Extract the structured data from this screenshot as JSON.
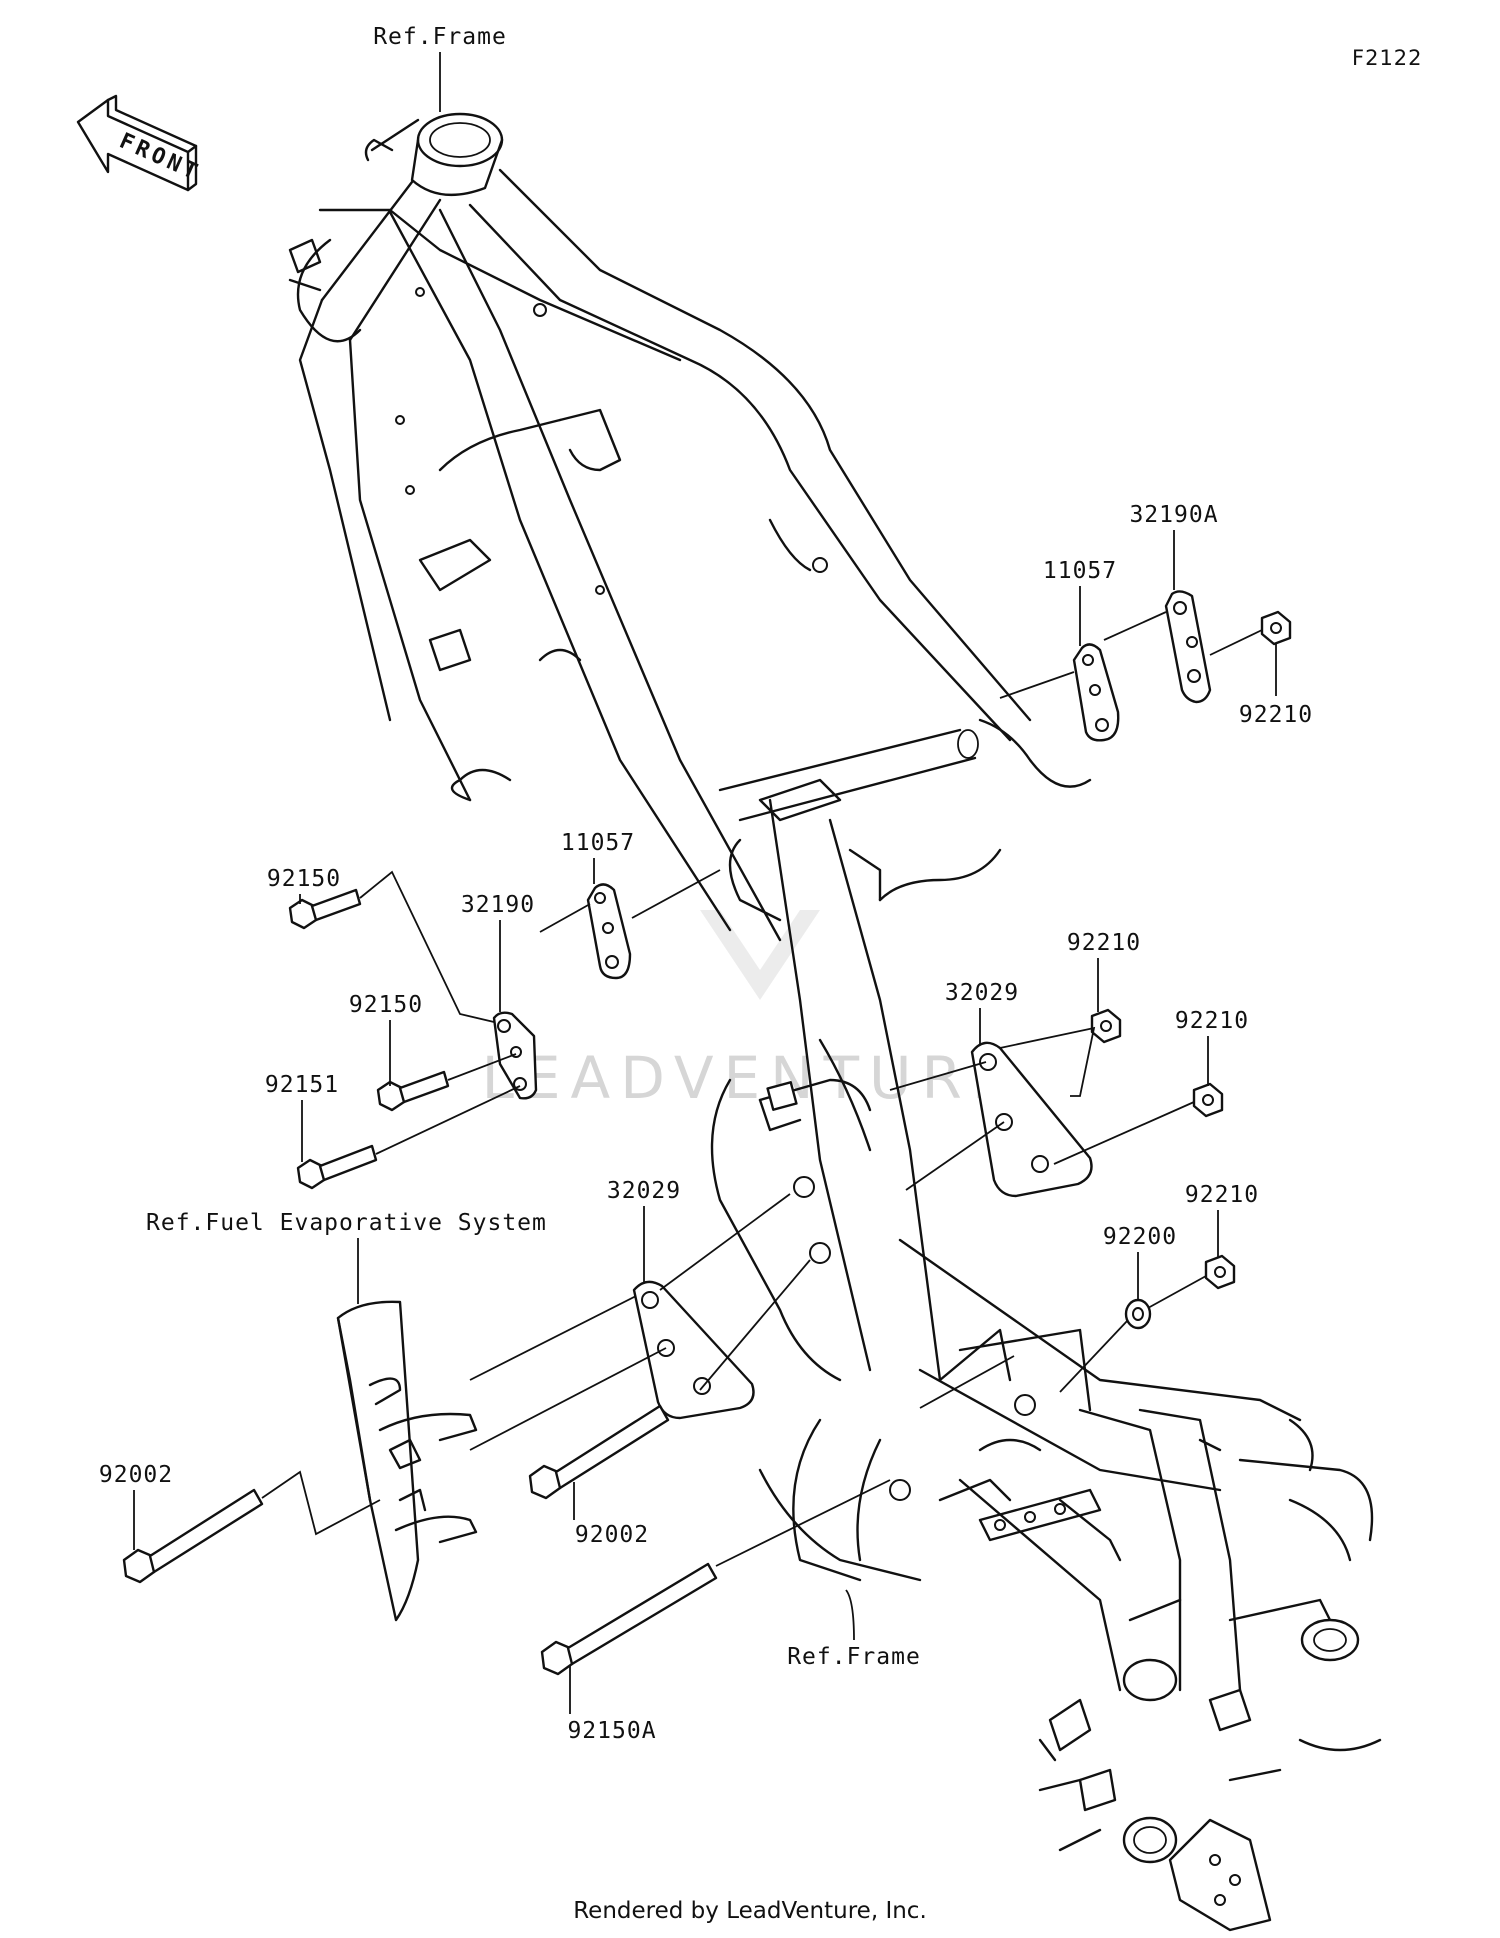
{
  "diagram_code": "F2122",
  "front_arrow_label": "FRONT",
  "watermark": "LEADVENTURE",
  "footer": "Rendered by LeadVenture, Inc.",
  "references": {
    "frame_top": "Ref.Frame",
    "frame_bottom": "Ref.Frame",
    "fuel_evaporative": "Ref.Fuel Evaporative System"
  },
  "parts": {
    "p32190A": "32190A",
    "p11057_upper": "11057",
    "p92210_upper": "92210",
    "p92150_a": "92150",
    "p92150_b": "92150",
    "p92151": "92151",
    "p32190": "32190",
    "p11057_lower": "11057",
    "p32029_upper": "32029",
    "p92210_mid1": "92210",
    "p92210_mid2": "92210",
    "p32029_lower": "32029",
    "p92210_low": "92210",
    "p92200": "92200",
    "p92002_left": "92002",
    "p92002_mid": "92002",
    "p92150A": "92150A"
  }
}
